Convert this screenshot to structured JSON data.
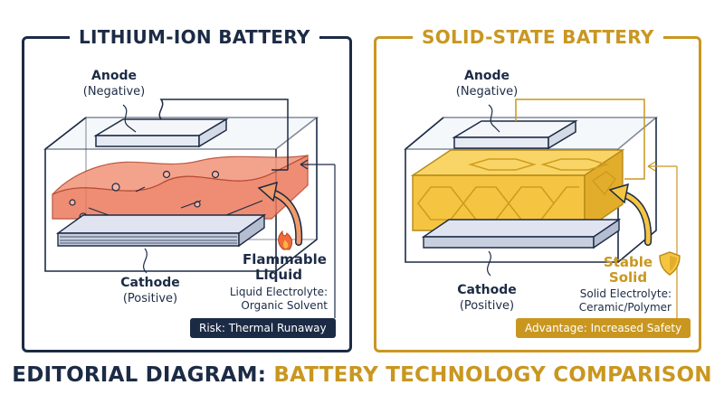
{
  "left": {
    "title": "LITHIUM-ION BATTERY",
    "anode": {
      "name": "Anode",
      "sub": "(Negative)"
    },
    "cathode": {
      "name": "Cathode",
      "sub": "(Positive)"
    },
    "callout": {
      "line1": "Flammable",
      "line2": "Liquid"
    },
    "electrolyte": {
      "line1": "Liquid Electrolyte:",
      "line2": "Organic Solvent"
    },
    "badge": "Risk: Thermal Runaway",
    "icon": "flame-icon"
  },
  "right": {
    "title": "SOLID-STATE BATTERY",
    "anode": {
      "name": "Anode",
      "sub": "(Negative)"
    },
    "cathode": {
      "name": "Cathode",
      "sub": "(Positive)"
    },
    "callout": {
      "line1": "Stable",
      "line2": "Solid"
    },
    "electrolyte": {
      "line1": "Solid Electrolyte:",
      "line2": "Ceramic/Polymer"
    },
    "badge": "Advantage: Increased Safety",
    "icon": "shield-icon"
  },
  "footer": {
    "part1": "EDITORIAL DIAGRAM:",
    "part2": " BATTERY TECHNOLOGY COMPARISON"
  },
  "colors": {
    "navy": "#1c2b45",
    "gold": "#c99720",
    "liquid": "#ec7a5c",
    "solid": "#f5c542"
  }
}
